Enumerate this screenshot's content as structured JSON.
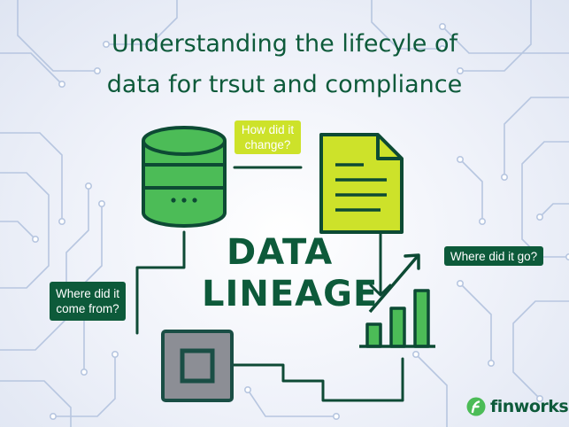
{
  "title": {
    "line1": "Understanding the lifecyle of",
    "line2": "data for trsut and compliance"
  },
  "center_label": {
    "line1": "DATA",
    "line2": "LINEAGE"
  },
  "callouts": {
    "change": {
      "line1": "How did it",
      "line2": "change?"
    },
    "go": {
      "text": "Where did it go?"
    },
    "from": {
      "line1": "Where did it",
      "line2": "come from?"
    }
  },
  "brand": {
    "name": "finworks"
  },
  "icons": {
    "database": "database-icon",
    "document": "document-icon",
    "chart": "bar-chart-icon",
    "chip": "chip-icon",
    "logo": "finworks-logo-icon"
  },
  "colors": {
    "dark_green": "#0d5a3a",
    "green": "#4cbc57",
    "lime": "#cde22a",
    "teal_dark": "#1a4e45",
    "chip_gray": "#8c8e95",
    "circuit": "#b7c6e0"
  }
}
